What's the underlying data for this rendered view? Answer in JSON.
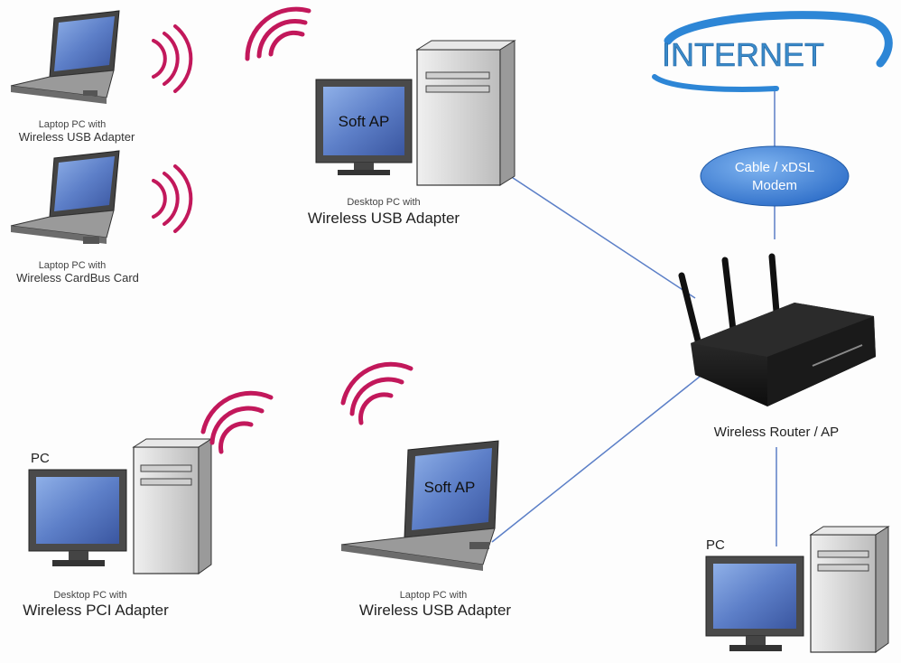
{
  "internet": {
    "label": "INTERNET"
  },
  "modem": {
    "label_line1": "Cable / xDSL",
    "label_line2": "Modem"
  },
  "router": {
    "label": "Wireless Router / AP"
  },
  "soft_ap_desktop": {
    "screen_text": "Soft AP",
    "caption_small": "Desktop PC with",
    "caption_big": "Wireless USB Adapter"
  },
  "laptop_usb": {
    "caption_small": "Laptop PC with",
    "caption_big": "Wireless USB Adapter"
  },
  "laptop_cardbus": {
    "caption_small": "Laptop PC with",
    "caption_big": "Wireless CardBus Card"
  },
  "desktop_pci": {
    "tag": "PC",
    "caption_small": "Desktop PC with",
    "caption_big": "Wireless PCI Adapter"
  },
  "soft_ap_laptop": {
    "screen_text": "Soft AP",
    "caption_small": "Laptop PC with",
    "caption_big": "Wireless USB Adapter"
  },
  "wired_pc": {
    "tag": "PC"
  },
  "colors": {
    "signal": "#c2185b",
    "link": "#5b7fc7",
    "cloud": "#3d7fd6",
    "internet_text": "#1d6fb8",
    "screen": "#5d7fc8"
  }
}
